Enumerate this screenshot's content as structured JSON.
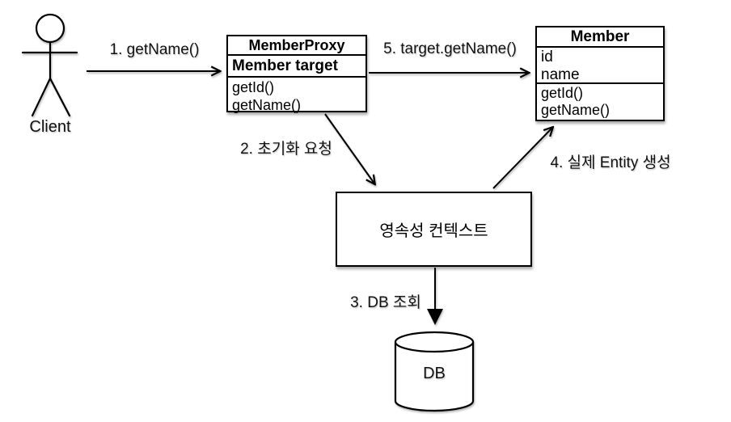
{
  "actor": {
    "label": "Client"
  },
  "proxy_class": {
    "title": "MemberProxy",
    "field": "Member target",
    "methods": [
      "getId()",
      "getName()"
    ]
  },
  "member_class": {
    "title": "Member",
    "fields": [
      "id",
      "name"
    ],
    "methods": [
      "getId()",
      "getName()"
    ]
  },
  "persistence_context": {
    "label": "영속성 컨텍스트"
  },
  "database": {
    "label": "DB"
  },
  "steps": {
    "step1": "1. getName()",
    "step2": "2. 초기화 요청",
    "step3": "3. DB 조회",
    "step4": "4. 실제 Entity 생성",
    "step5": "5. target.getName()"
  },
  "colors": {
    "line": "#000000",
    "background": "#ffffff",
    "box_fill": "#ffffff"
  }
}
